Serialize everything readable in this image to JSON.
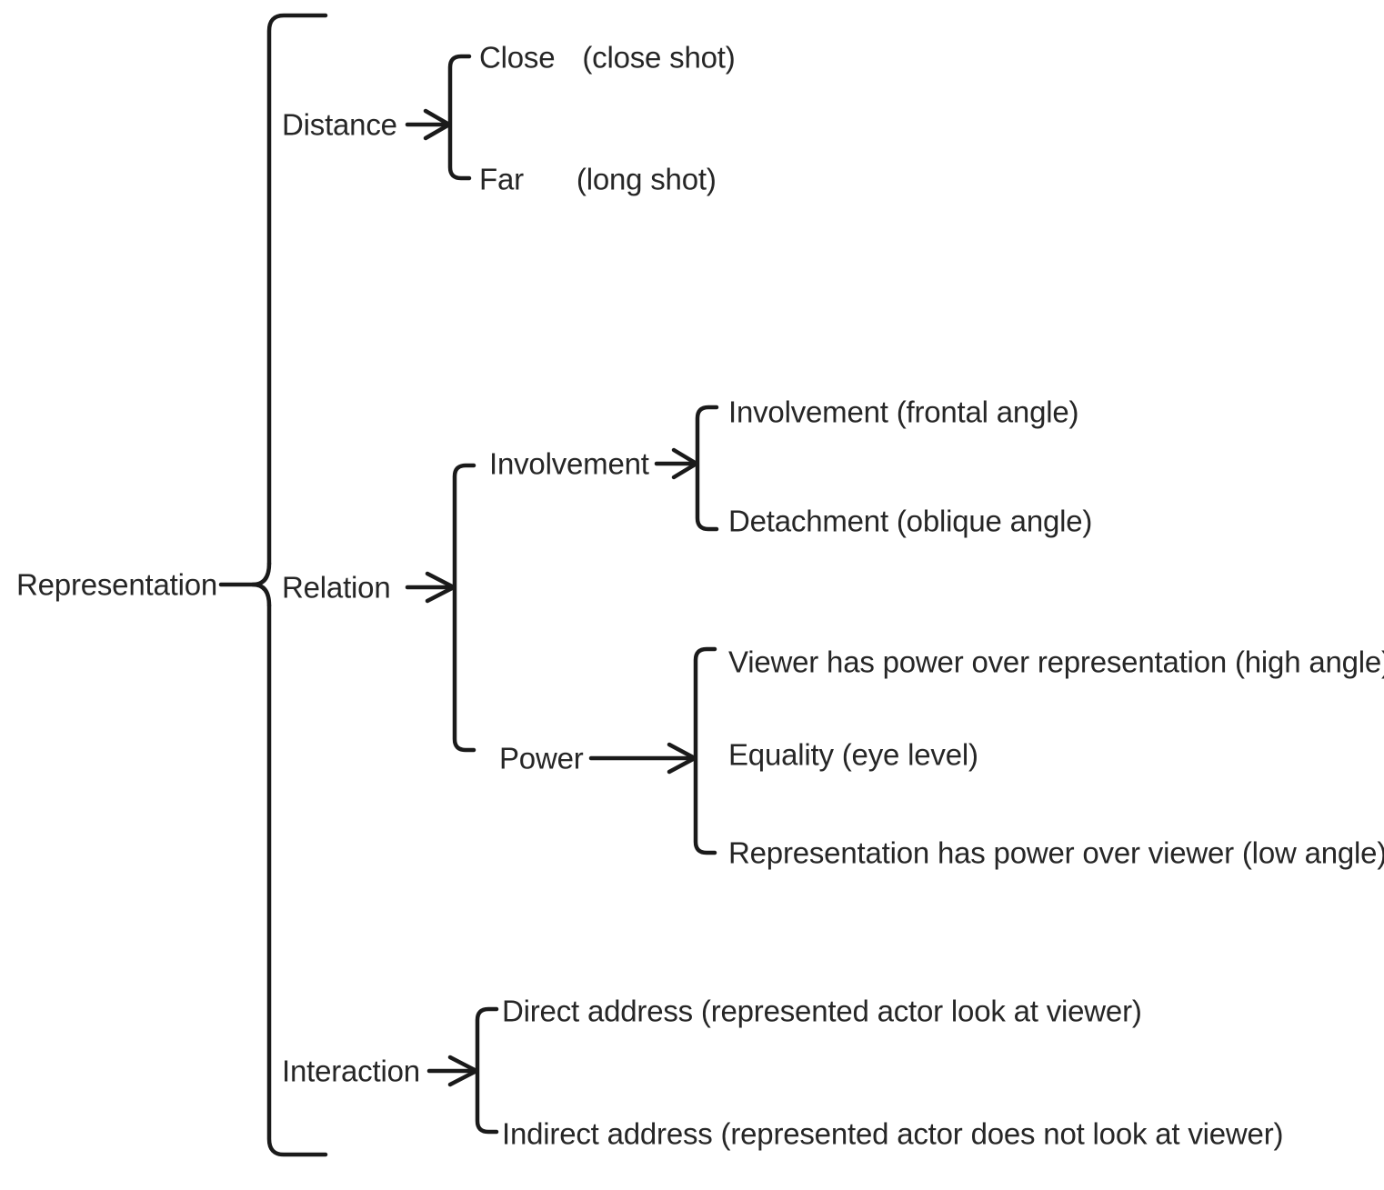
{
  "diagram": {
    "type": "tree-taxonomy",
    "title_text": "",
    "line_color": "#1a1a1a",
    "text_color": "#262626",
    "background": "#ffffff",
    "root": {
      "label": "Representation"
    },
    "branches": [
      {
        "id": "distance",
        "label": "Distance",
        "children": [
          {
            "id": "close",
            "label": "Close",
            "note": "(close shot)"
          },
          {
            "id": "far",
            "label": "Far",
            "note": "(long shot)"
          }
        ]
      },
      {
        "id": "relation",
        "label": "Relation",
        "children": [
          {
            "id": "involvement",
            "label": "Involvement",
            "children": [
              {
                "id": "involvement-frontal",
                "label": "Involvement (frontal angle)"
              },
              {
                "id": "detachment-oblique",
                "label": "Detachment (oblique angle)"
              }
            ]
          },
          {
            "id": "power",
            "label": "Power",
            "children": [
              {
                "id": "viewer-power",
                "label": "Viewer has power over representation (high angle)"
              },
              {
                "id": "equality",
                "label": "Equality (eye level)"
              },
              {
                "id": "representation-power",
                "label": "Representation has power over viewer (low angle)"
              }
            ]
          }
        ]
      },
      {
        "id": "interaction",
        "label": "Interaction",
        "children": [
          {
            "id": "direct-address",
            "label": "Direct address  (represented actor look at viewer)"
          },
          {
            "id": "indirect-address",
            "label": "Indirect address (represented actor does not look at viewer)"
          }
        ]
      }
    ]
  }
}
